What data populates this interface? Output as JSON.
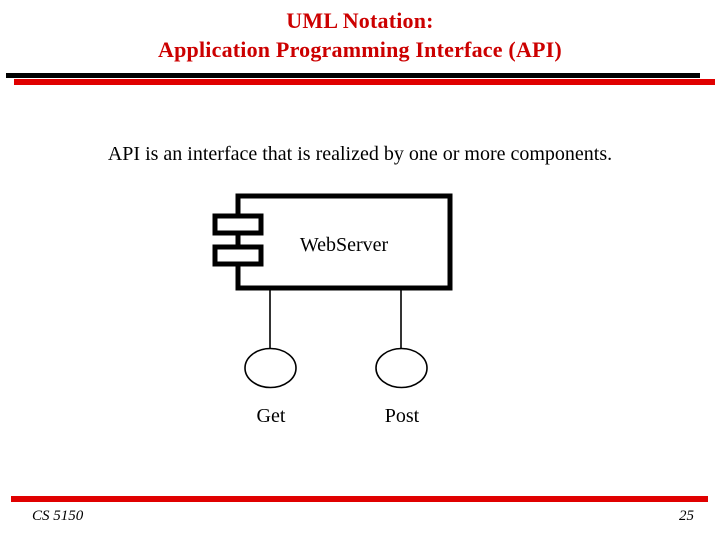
{
  "slide": {
    "title": {
      "line1": "UML Notation:",
      "line2": "Application Programming Interface (API)",
      "color": "#cc0000"
    },
    "body": {
      "text": "API is an interface that is realized by one or more components."
    },
    "diagram": {
      "component": {
        "name": "WebServer",
        "stroke": "#000000",
        "fill": "#ffffff"
      },
      "interfaces": [
        {
          "name": "Get"
        },
        {
          "name": "Post"
        }
      ]
    },
    "footer": {
      "course": "CS 5150",
      "page_number": "25",
      "rule_color": "#e00000"
    },
    "rules": {
      "title_black": "#000000",
      "title_red": "#e00000"
    }
  }
}
